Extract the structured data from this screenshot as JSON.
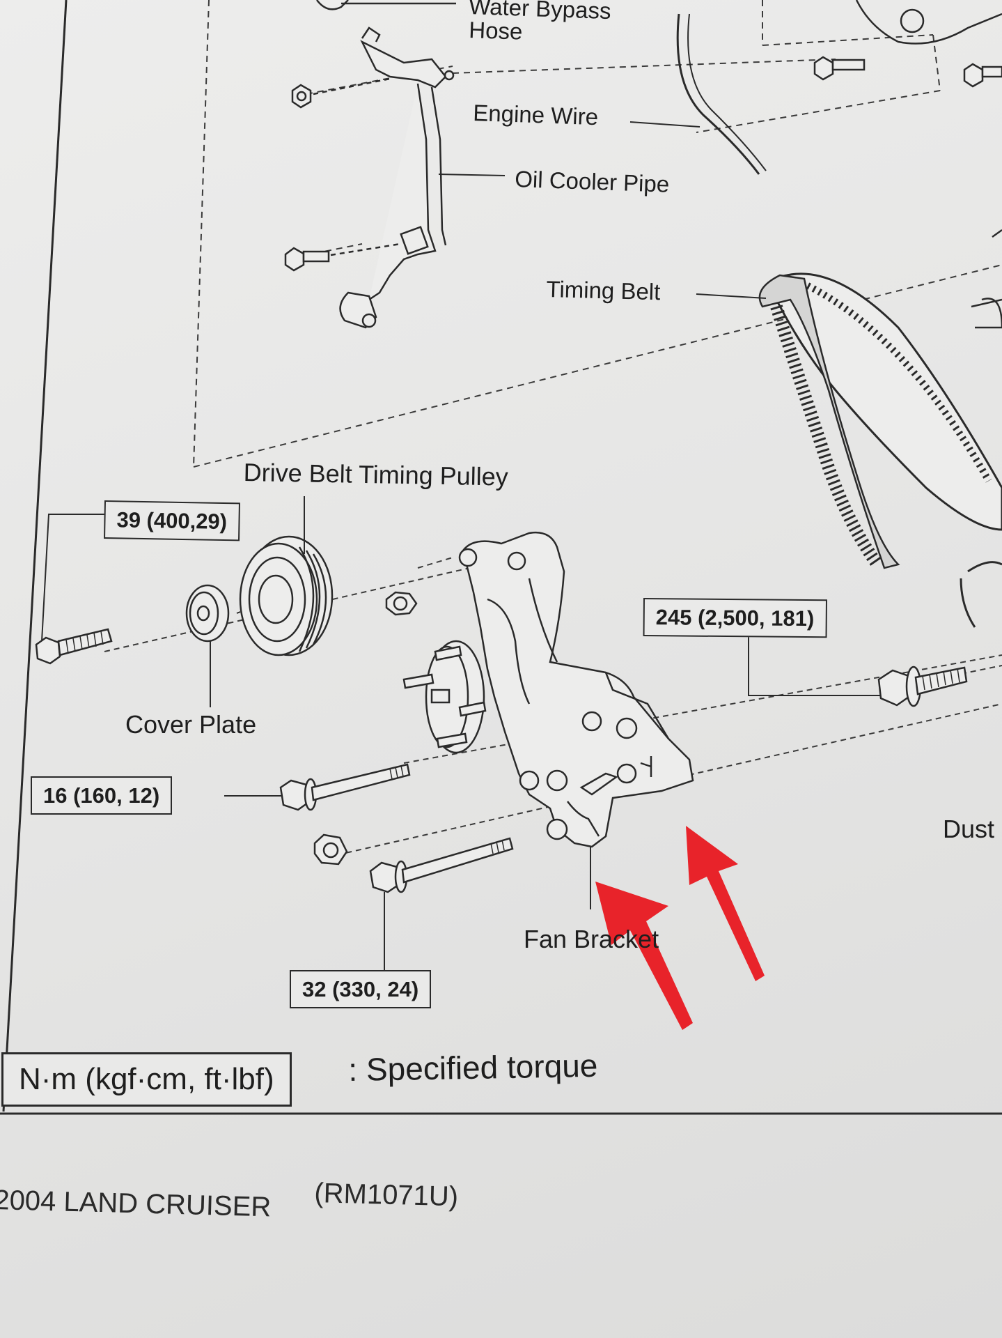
{
  "labels": {
    "water_bypass_hose_line1": "Water Bypass",
    "water_bypass_hose_line2": "Hose",
    "engine_wire": "Engine Wire",
    "oil_cooler_pipe": "Oil Cooler Pipe",
    "timing_belt": "Timing Belt",
    "drive_belt_timing_pulley": "Drive Belt Timing Pulley",
    "cover_plate": "Cover Plate",
    "fan_bracket": "Fan Bracket",
    "dust_partial": "Dust"
  },
  "torque_values": {
    "pulley_bolt": "39 (400,29)",
    "fan_bracket_bolt_large": "245 (2,500, 181)",
    "long_bolt_upper": "16 (160, 12)",
    "long_bolt_lower": "32 (330, 24)"
  },
  "legend": {
    "unit_box": "N·m (kgf·cm, ft·lbf)",
    "description": ": Specified torque"
  },
  "footer": {
    "model": "2004 LAND CRUISER",
    "manual_code": "(RM1071U)"
  },
  "colors": {
    "annotation_arrow": "#e8232a",
    "line_art": "#2a2a2a"
  }
}
